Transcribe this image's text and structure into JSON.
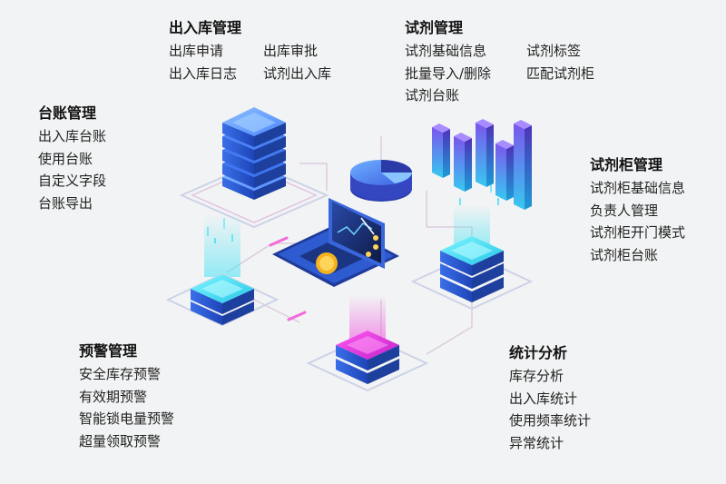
{
  "colors": {
    "background": "#f2f3f4",
    "server_blue": "#2f5fd9",
    "server_top": "#6fa6ff",
    "cyan_glow": "#3ce0f2",
    "magenta_glow": "#e043d8",
    "laptop_screen": "#1c2f66",
    "coin": "#f5b21e",
    "bar_purple": "#7a58ee",
    "bar_cyan": "#33c8f0"
  },
  "groups": {
    "inout": {
      "title": "出入库管理",
      "rows": [
        [
          "出库申请",
          "出库审批"
        ],
        [
          "出入库日志",
          "试剂出入库"
        ]
      ]
    },
    "reagent": {
      "title": "试剂管理",
      "rows": [
        [
          "试剂基础信息",
          "试剂标签"
        ],
        [
          "批量导入/删除",
          "匹配试剂柜"
        ],
        [
          "试剂台账"
        ]
      ]
    },
    "ledger": {
      "title": "台账管理",
      "rows": [
        [
          "出入库台账"
        ],
        [
          "使用台账"
        ],
        [
          "自定义字段"
        ],
        [
          "台账导出"
        ]
      ]
    },
    "cabinet": {
      "title": "试剂柜管理",
      "rows": [
        [
          "试剂柜基础信息"
        ],
        [
          "负责人管理"
        ],
        [
          "试剂柜开门模式"
        ],
        [
          "试剂柜台账"
        ]
      ]
    },
    "warning": {
      "title": "预警管理",
      "rows": [
        [
          "安全库存预警"
        ],
        [
          "有效期预警"
        ],
        [
          "智能锁电量预警"
        ],
        [
          "超量领取预警"
        ]
      ]
    },
    "stats": {
      "title": "统计分析",
      "rows": [
        [
          "库存分析"
        ],
        [
          "出入库统计"
        ],
        [
          "使用频率统计"
        ],
        [
          "异常统计"
        ]
      ]
    }
  }
}
